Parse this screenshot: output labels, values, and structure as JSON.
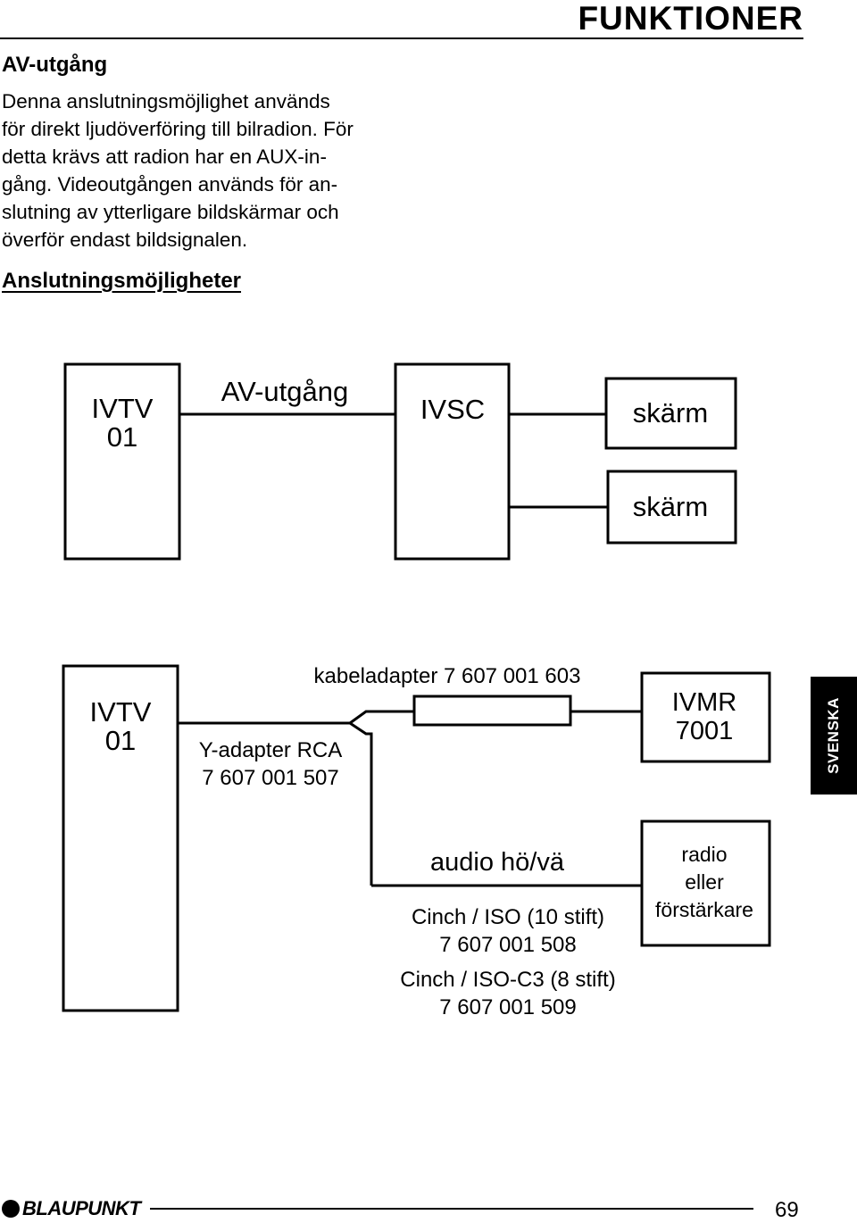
{
  "header": {
    "title": "FUNKTIONER"
  },
  "section": {
    "heading": "AV-utgång",
    "body_lines": [
      "Denna anslutningsmöjlighet används",
      "för direkt ljudöverföring till bilradion. För",
      "detta krävs att radion har en AUX-in-",
      "gång. Videoutgången används för an-",
      "slutning av ytterligare bildskärmar och",
      "överför endast bildsignalen."
    ],
    "subheading": "Anslutningsmöjligheter"
  },
  "diagram1": {
    "ivtv_line1": "IVTV",
    "ivtv_line2": "01",
    "cable_label": "AV-utgång",
    "ivsc": "IVSC",
    "screen1": "skärm",
    "screen2": "skärm"
  },
  "diagram2": {
    "ivtv_line1": "IVTV",
    "ivtv_line2": "01",
    "kabeladapter": "kabeladapter 7 607 001 603",
    "yadapter_line1": "Y-adapter RCA",
    "yadapter_line2": "7 607 001 507",
    "ivmr_line1": "IVMR",
    "ivmr_line2": "7001",
    "audio": "audio hö/vä",
    "cinch1_line1": "Cinch / ISO (10 stift)",
    "cinch1_line2": "7 607 001 508",
    "cinch2_line1": "Cinch / ISO-C3 (8 stift)",
    "cinch2_line2": "7 607 001 509",
    "radio_line1": "radio",
    "radio_line2": "eller",
    "radio_line3": "förstärkare"
  },
  "side_tab": {
    "label": "SVENSKA"
  },
  "footer": {
    "brand": "BLAUPUNKT",
    "page_number": "69"
  }
}
